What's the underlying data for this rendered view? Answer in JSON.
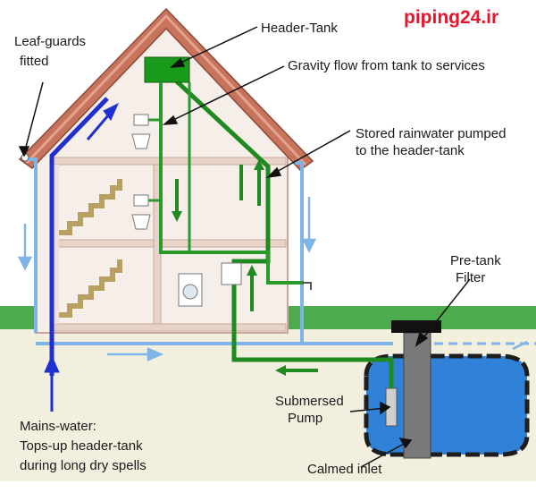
{
  "brand": "piping24.ir",
  "labels": {
    "leaf_guards_1": "Leaf-guards",
    "leaf_guards_2": "fitted",
    "header_tank": "Header-Tank",
    "gravity_flow": "Gravity flow from tank to services",
    "stored_1": "Stored rainwater pumped",
    "stored_2": "to the header-tank",
    "filter_1": "Pre-tank",
    "filter_2": "Filter",
    "pump_1": "Submersed",
    "pump_2": "Pump",
    "calmed": "Calmed inlet",
    "mains_1": "Mains-water:",
    "mains_2": "Tops-up header-tank",
    "mains_3": "during long dry spells"
  },
  "colors": {
    "mains": "#1f2fd0",
    "rain": "#7fb4e6",
    "green_pipe": "#1f8a1f",
    "tank": "#1a9a1a",
    "roof": "#c8745c",
    "wall": "#f5ece6",
    "storage_tank": "#2f82d8",
    "grass": "#4cab4c",
    "brand": "#e8142b"
  }
}
